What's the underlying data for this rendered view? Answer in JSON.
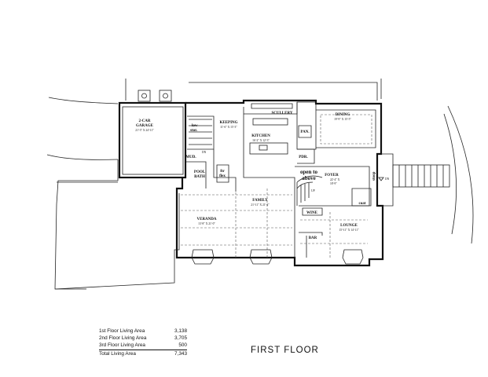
{
  "rooms": {
    "garage": {
      "name": "2-CAR\nGARAGE",
      "name_line1": "2-CAR",
      "name_line2": "GARAGE",
      "dims": "21'-3\" X 24'-11\""
    },
    "low_storage": {
      "line1": "low",
      "line2": "stor."
    },
    "keeping": {
      "name": "KEEPING",
      "dims": "11'-6\" X 15'-3\""
    },
    "scullery": {
      "name": "SCULLERY"
    },
    "dining": {
      "name": "DINING",
      "dims": "19'-9\" X 15'-5\""
    },
    "kitchen": {
      "name": "KITCHEN",
      "dims": "16'-2\" X 12'-3\""
    },
    "pan": {
      "name": "PAN."
    },
    "mud": {
      "name": "MUD."
    },
    "pdr": {
      "name": "PDR."
    },
    "pool_bath": {
      "line1": "POOL",
      "line2": "BATH"
    },
    "ftr_flex": {
      "line1": "ftr",
      "line2": "flex"
    },
    "open_to_above": {
      "line1": "open to",
      "line2": "above"
    },
    "foyer": {
      "name": "FOYER",
      "dims_line1": "22'-4\" X",
      "dims_line2": "18'-9\""
    },
    "stoop": {
      "name": "stoop"
    },
    "family": {
      "name": "FAMILY",
      "dims": "21'-11\" X 21'-2\""
    },
    "veranda": {
      "name": "VERANDA",
      "dims": "13'-8\" X 21'-0\""
    },
    "coat": {
      "name": "coat"
    },
    "wine": {
      "name": "WINE"
    },
    "lounge": {
      "name": "LOUNGE",
      "dims": "15'-11\" X 14'-11\""
    },
    "bar": {
      "name": "BAR"
    }
  },
  "annotations": {
    "dn_left": "DN",
    "dn_right": "DN",
    "up": "UP"
  },
  "area_table": {
    "rows": [
      {
        "label": "1st Floor Living Area",
        "value": "3,138"
      },
      {
        "label": "2nd Floor Living Area",
        "value": "3,705"
      },
      {
        "label": "3rd Floor Living Area",
        "value": "500"
      }
    ],
    "total": {
      "label": "Total Living Area",
      "value": "7,343"
    }
  },
  "title": "FIRST  FLOOR"
}
